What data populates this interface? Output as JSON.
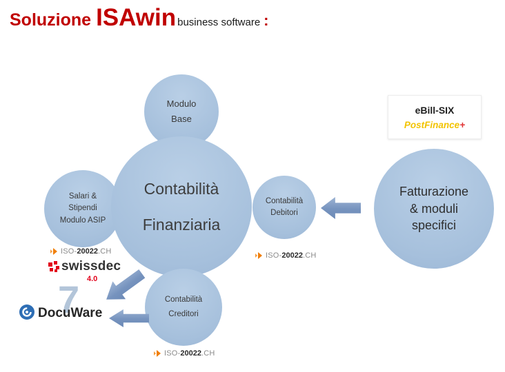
{
  "title": {
    "soluzione": "Soluzione",
    "isa": "ISA",
    "win": "win",
    "subtitle": "business software",
    "colon": ":"
  },
  "bubbles": {
    "top": {
      "line1": "Modulo",
      "line2": "Base"
    },
    "center": {
      "line1": "Contabilità",
      "line2": "Finanziaria"
    },
    "left": {
      "line1": "Salari &",
      "line2": "Stipendi",
      "line3": "Modulo ASIP"
    },
    "right": {
      "line1": "Contabilità",
      "line2": "Debitori"
    },
    "bottom": {
      "line1": "Contabilità",
      "line2": "Creditori"
    },
    "far_right": {
      "line1": "Fatturazione",
      "line2": "& moduli",
      "line3": "specifici"
    }
  },
  "ebill": {
    "title": "eBill-SIX",
    "brand": "PostFinance",
    "plus": "+"
  },
  "logos": {
    "iso": {
      "prefix": "ISO-",
      "number": "20022",
      "suffix": ".CH"
    },
    "swissdec": {
      "name": "swissdec",
      "version": "4.0"
    },
    "docuware": {
      "name": "DocuWare",
      "version": "7"
    }
  },
  "icons": {
    "iso_mark": "orange-chevron-arrow-icon",
    "swissdec_mark": "red-pixel-pinwheel-icon",
    "docuware_mark": "blue-spiral-disc-icon"
  },
  "colors": {
    "bubble_blue": "#a9c2dd",
    "arrow_blue": "#7693be",
    "title_red": "#c00000",
    "postfinance_yellow": "#f2c300",
    "iso_orange": "#f07f09",
    "swissdec_red": "#e2001a",
    "docuware_blue": "#2e6eb5",
    "seven_blue": "#b3c5d9"
  }
}
